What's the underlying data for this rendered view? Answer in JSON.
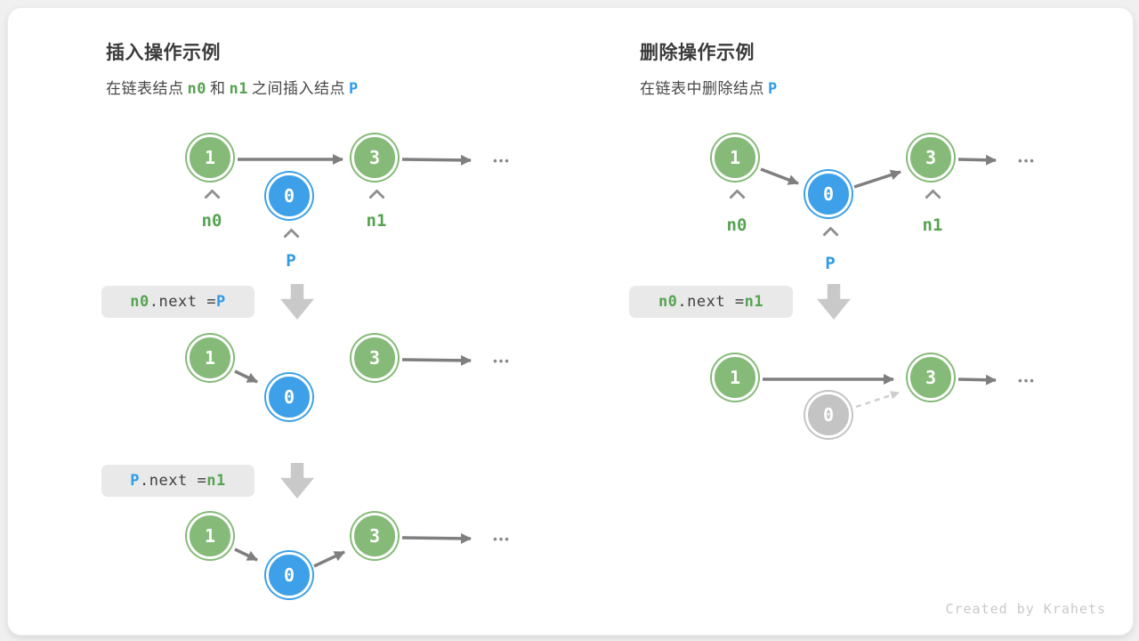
{
  "watermark": "Created by Krahets",
  "ellipsis": "•••",
  "insert": {
    "title": "插入操作示例",
    "subtitle": [
      {
        "text": "在链表结点"
      },
      {
        "text": "n0"
      },
      {
        "text": "和"
      },
      {
        "text": "n1"
      },
      {
        "text": "之间插入结点"
      },
      {
        "text": "P"
      }
    ],
    "d1": {
      "a": "1",
      "b": "0",
      "c": "3",
      "labels": {
        "n0": "n0",
        "p": "P",
        "n1": "n1"
      }
    },
    "code1": {
      "p1": "n0",
      "p2": ".next = ",
      "p3": "P"
    },
    "d2": {
      "a": "1",
      "b": "0",
      "c": "3"
    },
    "code2": {
      "p1": "P",
      "p2": ".next = ",
      "p3": "n1"
    },
    "d3": {
      "a": "1",
      "b": "0",
      "c": "3"
    }
  },
  "delete": {
    "title": "删除操作示例",
    "subtitle": [
      {
        "text": "在链表中删除结点"
      },
      {
        "text": "P"
      }
    ],
    "d1": {
      "a": "1",
      "b": "0",
      "c": "3",
      "labels": {
        "n0": "n0",
        "p": "P",
        "n1": "n1"
      }
    },
    "code1": {
      "p1": "n0",
      "p2": ".next = ",
      "p3": "n1"
    },
    "d2": {
      "a": "1",
      "b": "0",
      "c": "3"
    }
  },
  "colors": {
    "node_green": "#85ba78",
    "node_blue": "#3da0e8",
    "node_gray": "#c4c4c4",
    "arrow_gray": "#7f7f7f",
    "text_green": "#56a351",
    "text_blue": "#2d9ce8",
    "codebox_bg": "#e9e9e9"
  }
}
